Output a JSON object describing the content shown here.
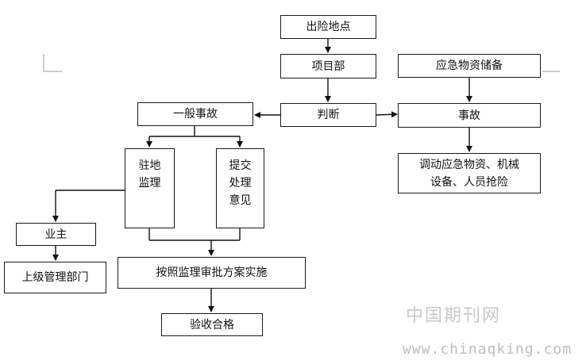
{
  "nodes": {
    "location": "出险地点",
    "project_dept": "项目部",
    "judge": "判断",
    "general_accident": "一般事故",
    "reserve": "应急物资储备",
    "accident": "事故",
    "dispatch": "调动应急物资、机械\n设备、人员抢险",
    "onsite_supervision": "驻地\n监理",
    "submit_opinion": "提交\n处理\n意见",
    "owner": "业主",
    "superior_dept": "上级管理部门",
    "implement": "按照监理审批方案实施",
    "acceptance": "验收合格"
  },
  "watermark": {
    "cn": "中国期刊网",
    "url": "www.chinaqking.com"
  }
}
